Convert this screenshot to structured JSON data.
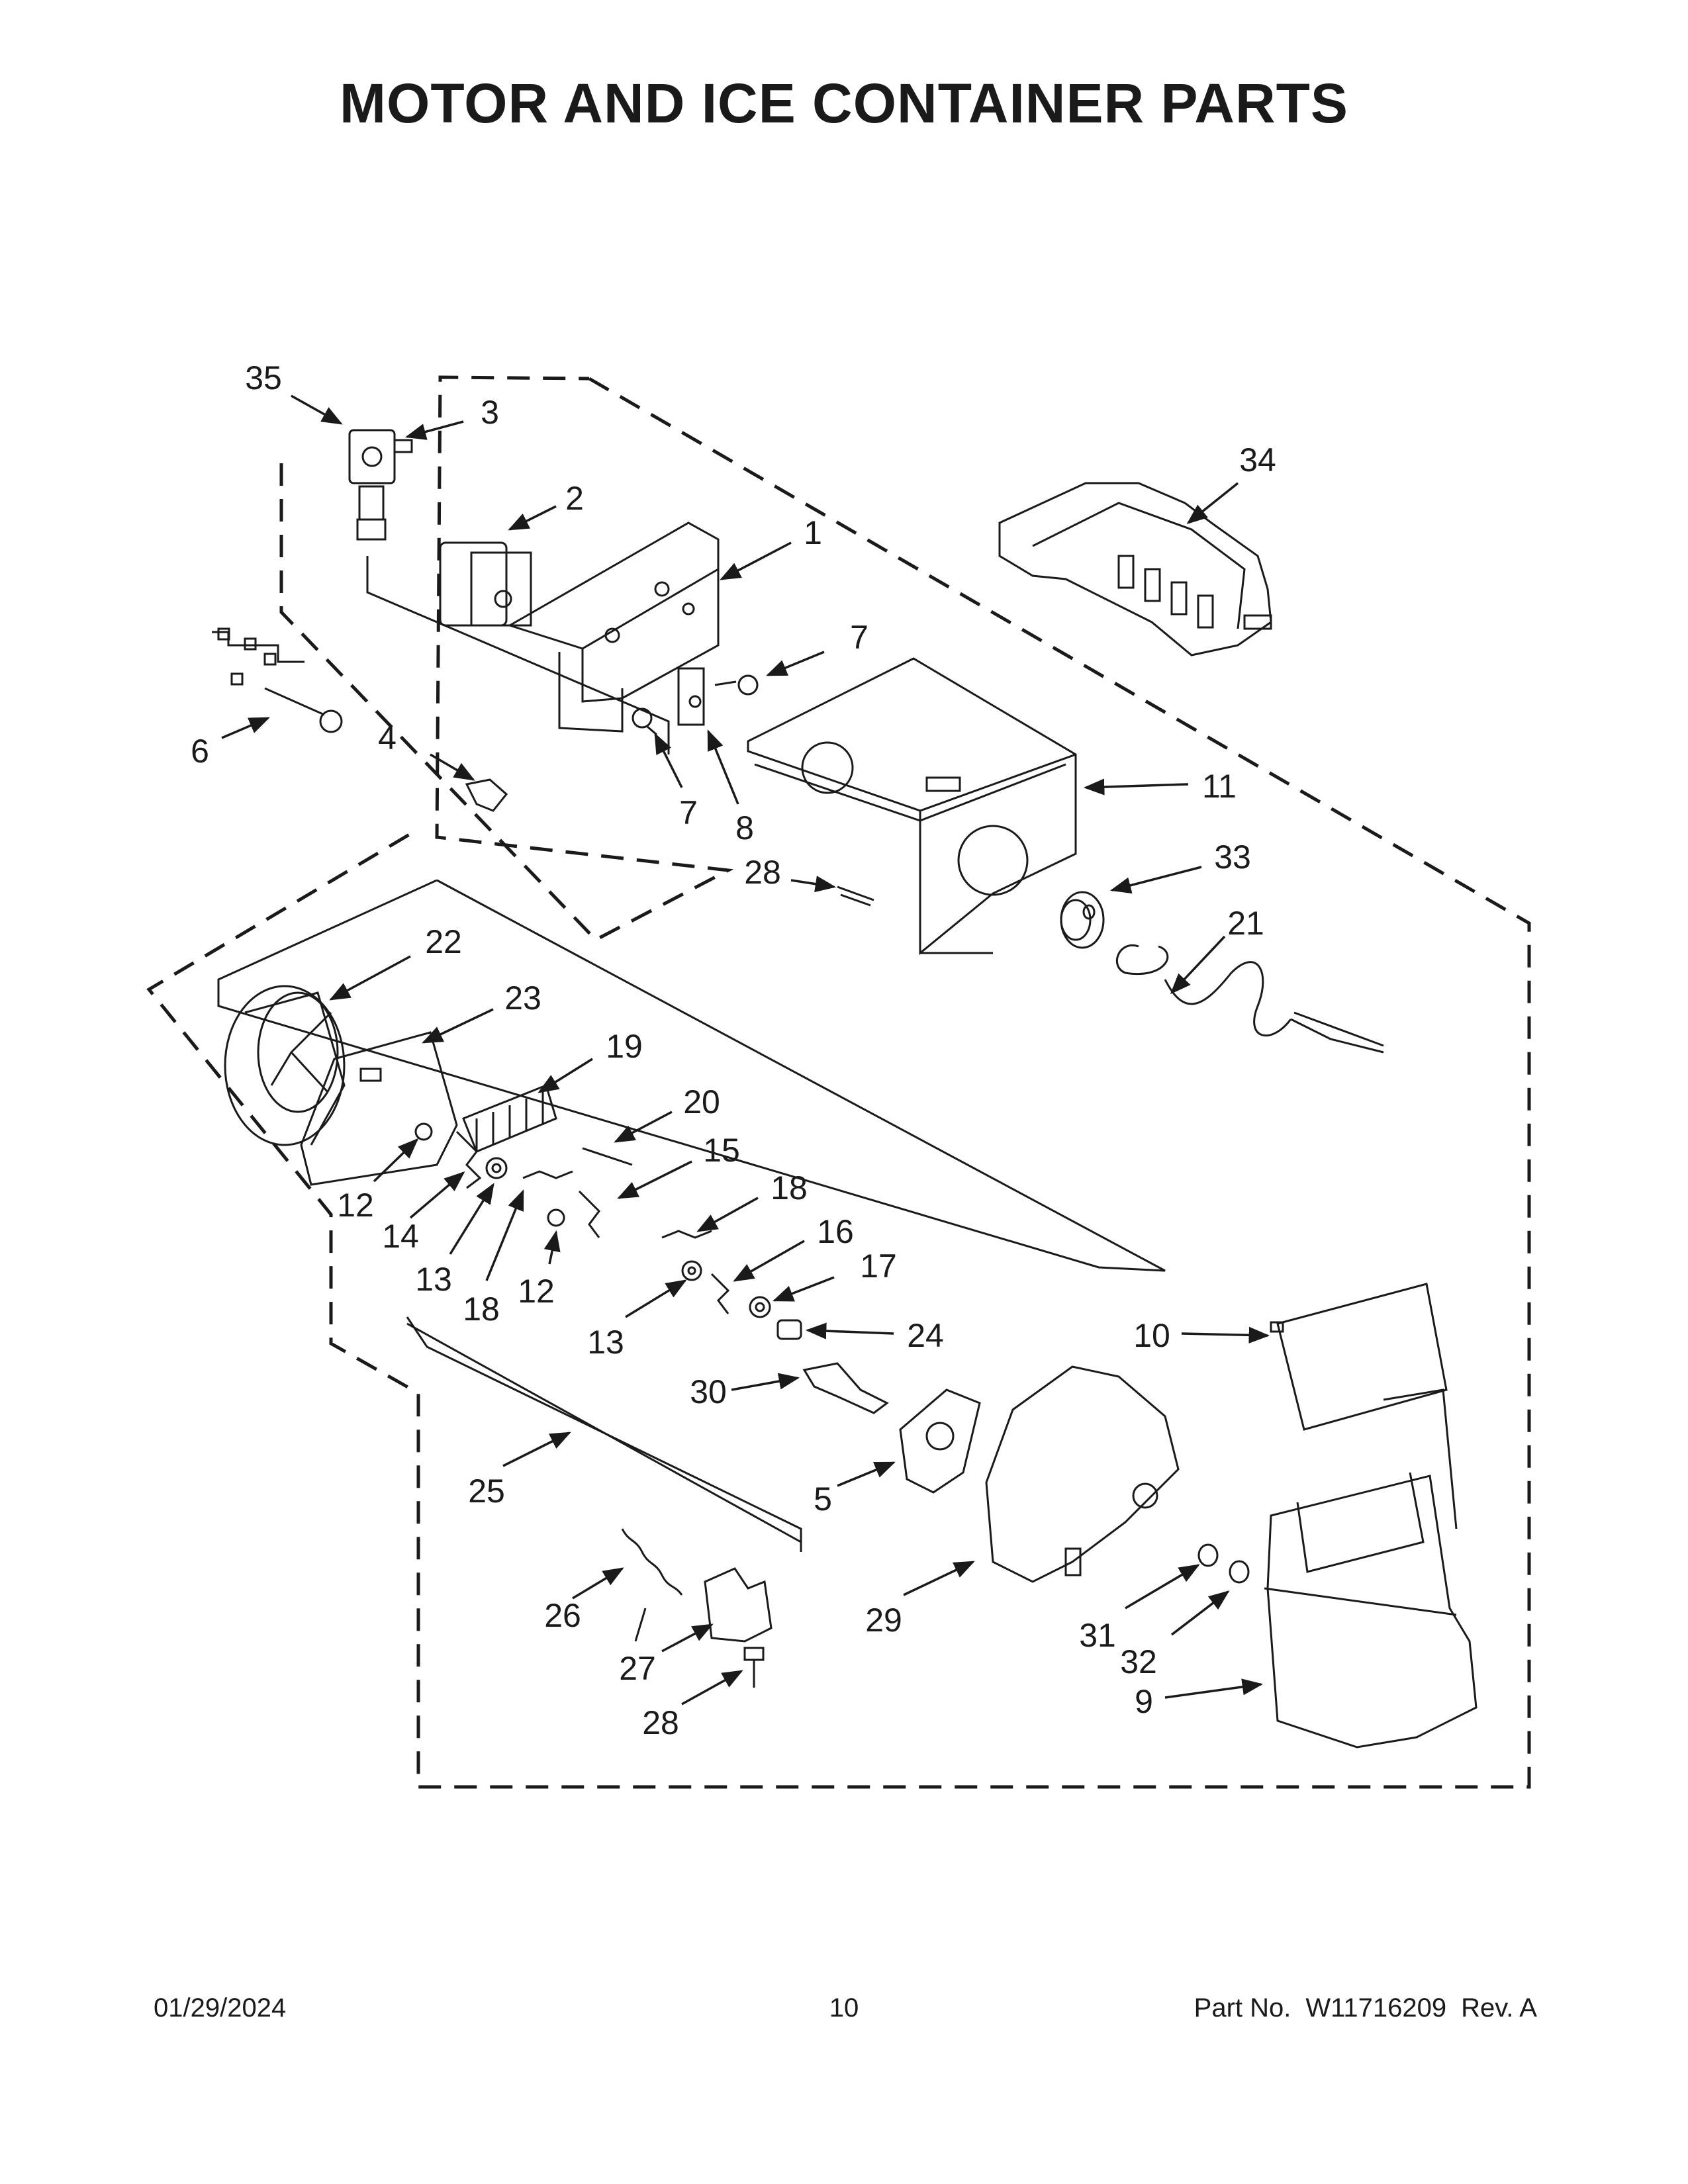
{
  "page_title": "MOTOR AND ICE CONTAINER PARTS",
  "callouts": [
    {
      "id": "35",
      "label": "35"
    },
    {
      "id": "3",
      "label": "3"
    },
    {
      "id": "2",
      "label": "2"
    },
    {
      "id": "34",
      "label": "34"
    },
    {
      "id": "1",
      "label": "1"
    },
    {
      "id": "7a",
      "label": "7"
    },
    {
      "id": "6",
      "label": "6"
    },
    {
      "id": "4",
      "label": "4"
    },
    {
      "id": "7b",
      "label": "7"
    },
    {
      "id": "8",
      "label": "8"
    },
    {
      "id": "11",
      "label": "11"
    },
    {
      "id": "28a",
      "label": "28"
    },
    {
      "id": "33",
      "label": "33"
    },
    {
      "id": "22",
      "label": "22"
    },
    {
      "id": "21",
      "label": "21"
    },
    {
      "id": "23",
      "label": "23"
    },
    {
      "id": "19",
      "label": "19"
    },
    {
      "id": "20",
      "label": "20"
    },
    {
      "id": "15",
      "label": "15"
    },
    {
      "id": "12a",
      "label": "12"
    },
    {
      "id": "14",
      "label": "14"
    },
    {
      "id": "18a",
      "label": "18"
    },
    {
      "id": "13a",
      "label": "13"
    },
    {
      "id": "18b",
      "label": "18"
    },
    {
      "id": "12b",
      "label": "12"
    },
    {
      "id": "16",
      "label": "16"
    },
    {
      "id": "17",
      "label": "17"
    },
    {
      "id": "13b",
      "label": "13"
    },
    {
      "id": "24",
      "label": "24"
    },
    {
      "id": "10",
      "label": "10"
    },
    {
      "id": "30",
      "label": "30"
    },
    {
      "id": "25",
      "label": "25"
    },
    {
      "id": "5",
      "label": "5"
    },
    {
      "id": "26",
      "label": "26"
    },
    {
      "id": "29",
      "label": "29"
    },
    {
      "id": "31",
      "label": "31"
    },
    {
      "id": "32",
      "label": "32"
    },
    {
      "id": "27",
      "label": "27"
    },
    {
      "id": "9",
      "label": "9"
    },
    {
      "id": "28b",
      "label": "28"
    }
  ],
  "footer": {
    "date": "01/29/2024",
    "page_number": "10",
    "part_label": "Part No.",
    "part_number": "W11716209",
    "revision": "Rev. A"
  }
}
